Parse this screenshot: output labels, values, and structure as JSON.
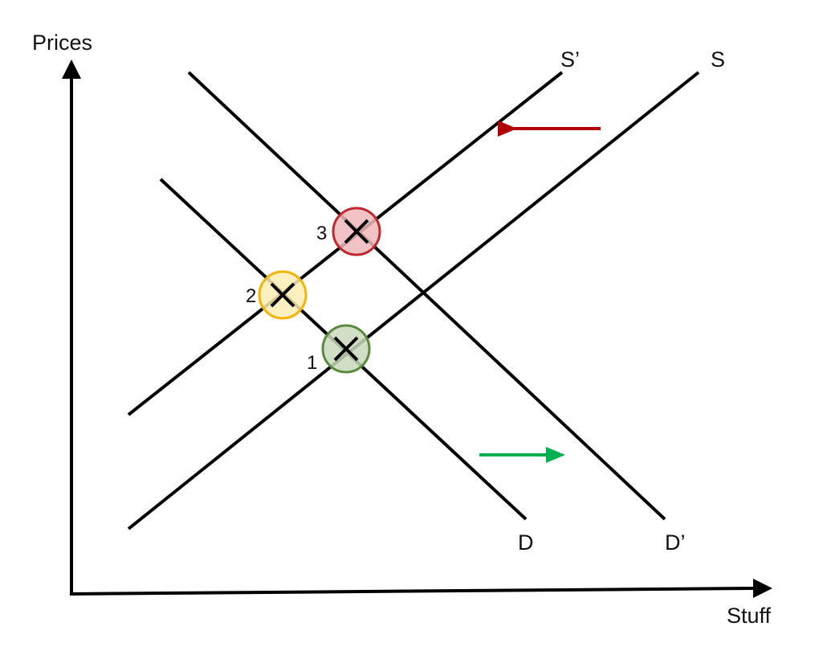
{
  "axes": {
    "y_label": "Prices",
    "x_label": "Stuff"
  },
  "curves": {
    "supply": "S",
    "supply_shifted": "S’",
    "demand": "D",
    "demand_shifted": "D’"
  },
  "equilibria": [
    {
      "label": "1",
      "color": "#5a8a3c",
      "fill": "#c9d9bd"
    },
    {
      "label": "2",
      "color": "#f2b400",
      "fill": "#fbedb5"
    },
    {
      "label": "3",
      "color": "#c0282f",
      "fill": "#efb9bb"
    }
  ],
  "arrows": {
    "supply_shift_color": "#b00000",
    "demand_shift_color": "#00b050"
  },
  "colors": {
    "lines": "#000000",
    "background": "#ffffff"
  }
}
